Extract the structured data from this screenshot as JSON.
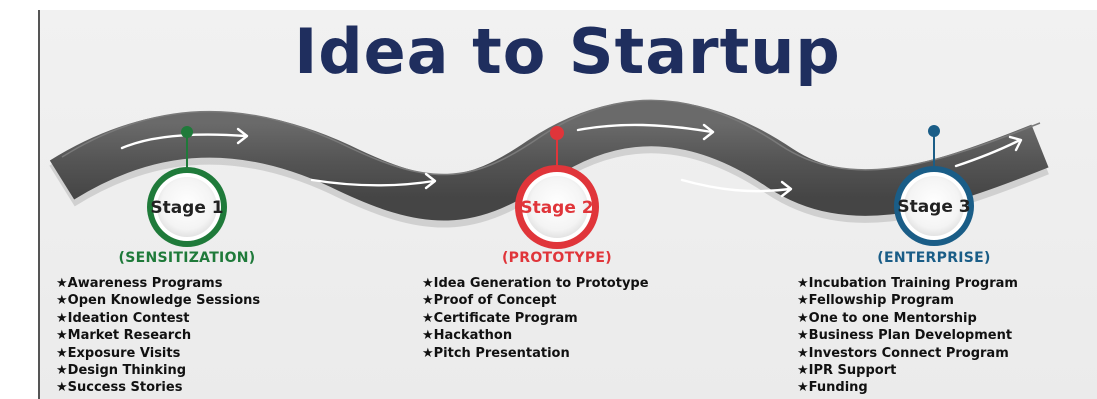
{
  "title": "Idea to Startup",
  "colors": {
    "title": "#1f2e5e",
    "road": "#565656",
    "stage1": "#1f7a3a",
    "stage2": "#e0353a",
    "stage3": "#1a5d87"
  },
  "stages": [
    {
      "label": "Stage 1",
      "phase": "(SENSITIZATION)",
      "items": [
        "★Awareness Programs",
        "★Open Knowledge Sessions",
        "★Ideation Contest",
        "★Market Research",
        "★Exposure Visits",
        "★Design Thinking",
        "★Success Stories"
      ]
    },
    {
      "label": "Stage 2",
      "phase": "(PROTOTYPE)",
      "items": [
        "★Idea Generation to Prototype",
        "★Proof of Concept",
        "★Certificate Program",
        "★Hackathon",
        "★Pitch Presentation"
      ]
    },
    {
      "label": "Stage 3",
      "phase": "(ENTERPRISE)",
      "items": [
        "★Incubation Training Program",
        "★Fellowship Program",
        "★One to one Mentorship",
        "★Business Plan Development",
        "★Investors Connect Program",
        "★IPR Support",
        "★Funding"
      ]
    }
  ]
}
